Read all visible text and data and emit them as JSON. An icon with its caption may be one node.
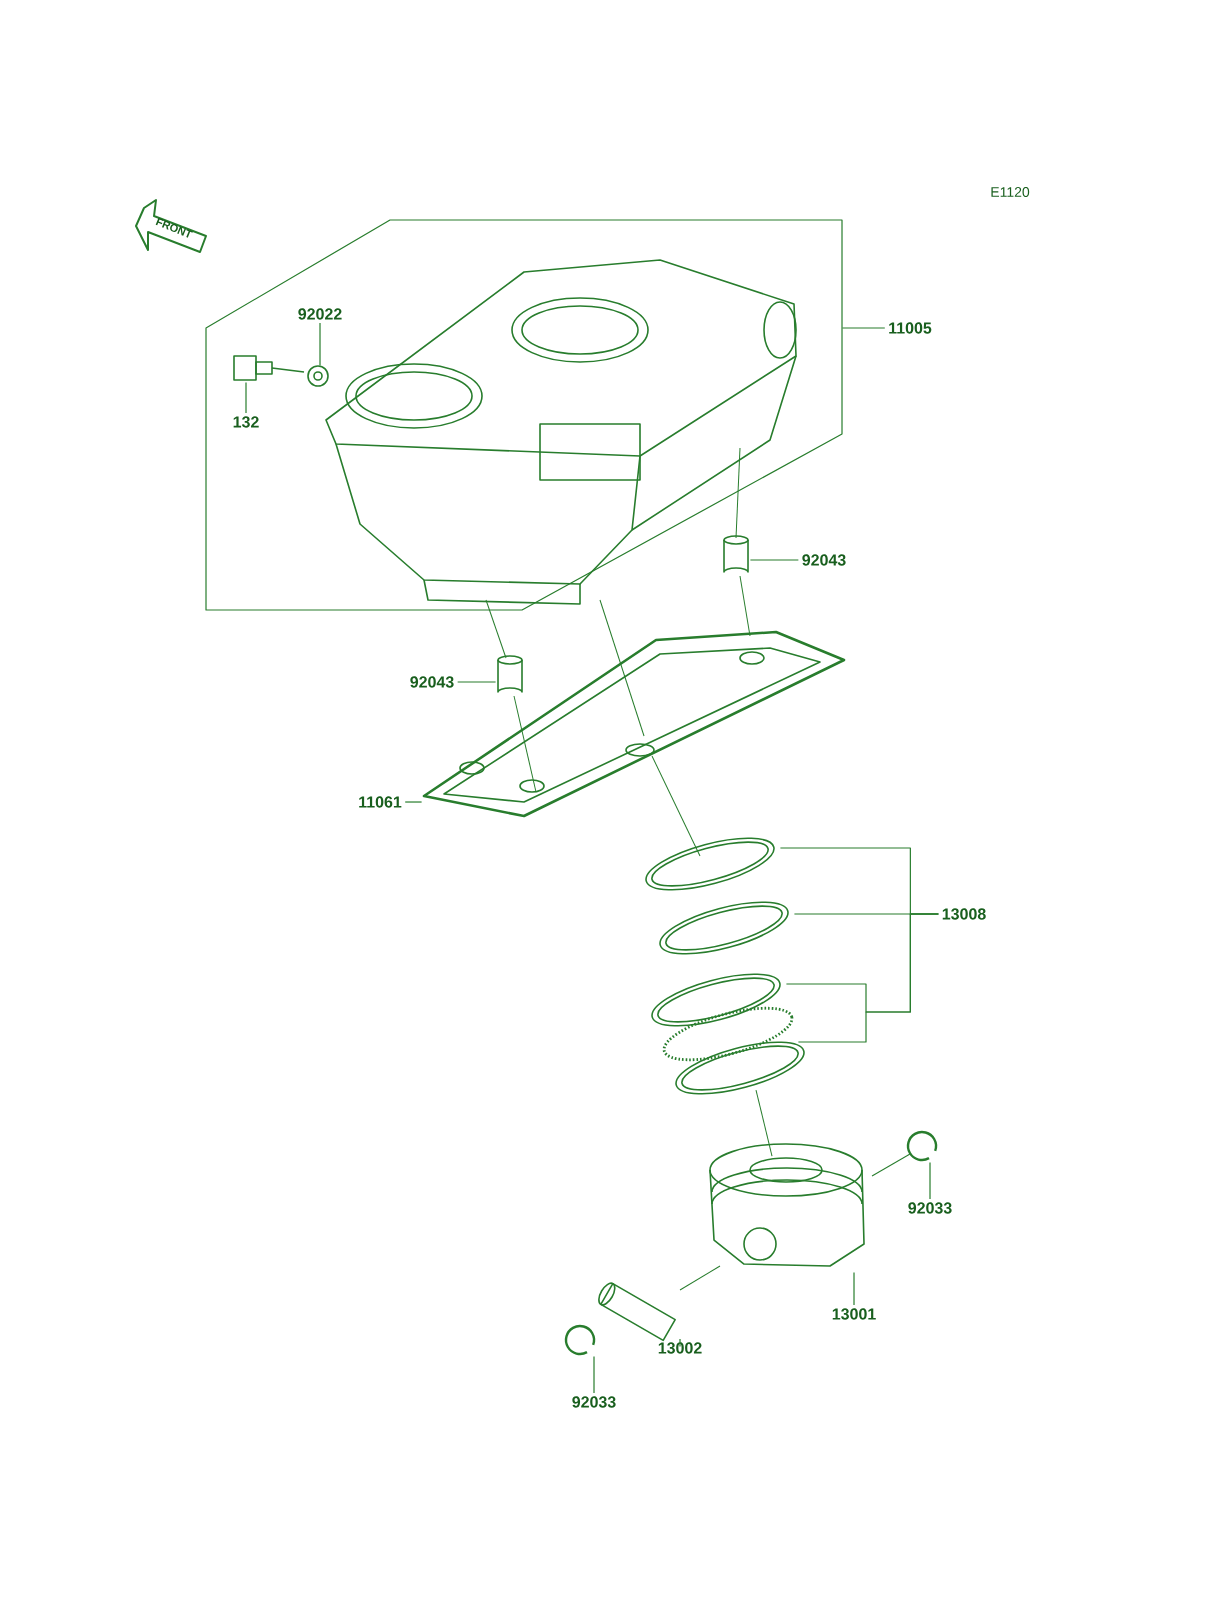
{
  "diagram": {
    "nodes": [
      {
        "text": [
          "11005"
        ]
      },
      {
        "text": [],
        "shape": "box"
      },
      {
        "text": [],
        "shape": "picture",
        "in": 1
      },
      {
        "text": [
          "92022"
        ],
        "in": 1
      },
      {
        "text": [],
        "shape": "picture",
        "in": 1
      },
      {
        "text": [],
        "shape": "picture",
        "in": 1
      },
      {
        "text": [
          "132"
        ],
        "in": 1
      },
      {
        "text": [
          "92043"
        ]
      },
      {
        "text": [],
        "shape": "cylinder"
      },
      {
        "text": [],
        "shape": "cylinder"
      },
      {
        "text": [
          "92043"
        ]
      },
      {
        "text": [
          "11061"
        ]
      },
      {
        "text": [],
        "shape": "picture"
      },
      {
        "text": [
          "13008"
        ]
      },
      {
        "text": [],
        "shape": "picture"
      },
      {
        "text": [],
        "shape": "picture"
      },
      {
        "text": [],
        "shape": "picture"
      },
      {
        "text": [],
        "shape": "picture"
      },
      {
        "text": [],
        "shape": "picture"
      },
      {
        "text": [],
        "shape": "picture"
      },
      {
        "text": [
          "92033"
        ]
      },
      {
        "text": [],
        "shape": "picture"
      },
      {
        "text": [
          "13001"
        ]
      },
      {
        "text": [],
        "shape": "picture"
      },
      {
        "text": [
          "13002"
        ]
      },
      {
        "text": [],
        "shape": "picture"
      },
      {
        "text": [
          "92033"
        ]
      },
      {
        "text": [
          "FRONT"
        ]
      }
    ],
    "edges": [
      {
        "from": 0,
        "to": 1,
        "arrow": "none"
      },
      {
        "from": 3,
        "to": 4,
        "arrow": "none"
      },
      {
        "from": 6,
        "to": 5,
        "arrow": "none"
      },
      {
        "from": 7,
        "to": 8,
        "arrow": "none"
      },
      {
        "from": 10,
        "to": 9,
        "arrow": "none"
      },
      {
        "from": 11,
        "to": 12,
        "arrow": "none"
      },
      {
        "from": 13,
        "to": 14,
        "arrow": "none"
      },
      {
        "from": 13,
        "to": 15,
        "arrow": "none"
      },
      {
        "from": 13,
        "to": 16,
        "arrow": "none"
      },
      {
        "from": 13,
        "to": 17,
        "arrow": "none"
      },
      {
        "from": 20,
        "to": 19,
        "arrow": "none"
      },
      {
        "from": 22,
        "to": 21,
        "arrow": "none"
      },
      {
        "from": 24,
        "to": 23,
        "arrow": "none"
      },
      {
        "from": 26,
        "to": 25,
        "arrow": "none"
      },
      {
        "from": 2,
        "to": 9,
        "arrow": "none"
      },
      {
        "from": 9,
        "to": 12,
        "arrow": "none"
      },
      {
        "from": 2,
        "to": 12,
        "arrow": "none"
      },
      {
        "from": 12,
        "to": 14,
        "arrow": "none"
      },
      {
        "from": 2,
        "to": 8,
        "arrow": "none"
      },
      {
        "from": 8,
        "to": 12,
        "arrow": "none"
      },
      {
        "from": 18,
        "to": 21,
        "arrow": "none"
      },
      {
        "from": 21,
        "to": 19,
        "arrow": "none"
      },
      {
        "from": 23,
        "to": 21,
        "arrow": "none"
      }
    ],
    "labels": [
      "E1120"
    ]
  }
}
